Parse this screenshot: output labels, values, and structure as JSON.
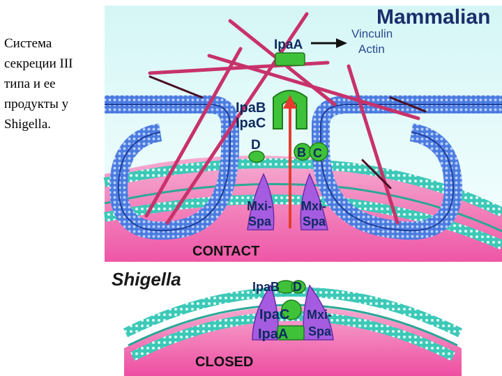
{
  "caption": "Система секреции III типа и ее продукты у Shigella.",
  "diagram": {
    "title": "Mammalian",
    "ipaA_top": "IpaA",
    "arrow_target_1": "Vinculin",
    "arrow_target_2": "Actin",
    "ipaB": "IpaB",
    "ipaC": "IpaC",
    "d": "D",
    "b": "B",
    "c": "C",
    "mxi_left_1": "Mxi-",
    "mxi_left_2": "Spa",
    "mxi_right_1": "Mxi-",
    "mxi_right_2": "Spa",
    "contact": "CONTACT",
    "shigella": "Shigella",
    "closed_ipaB": "IpaB",
    "closed_d": "D",
    "closed_ipaC": "IpaC",
    "closed_ipaA": "IpaA",
    "closed_mxi_1": "Mxi-",
    "closed_mxi_2": "Spa",
    "closed": "CLOSED"
  },
  "colors": {
    "membrane_blue": "#3d6fd6",
    "periplasm_teal": "#3cc9b8",
    "cytoplasm_pink": "#f05aa8",
    "host_cyan": "#e8fbfb",
    "protein_green": "#3fc23a",
    "needle_purple": "#9b4fd8",
    "arrow_red": "#e63b2e",
    "actin_red": "#c8326a"
  }
}
